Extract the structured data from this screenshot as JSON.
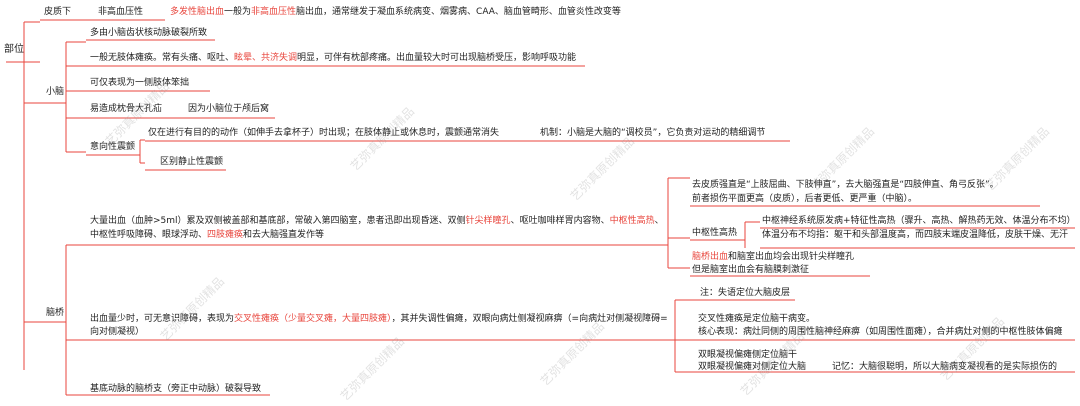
{
  "root": {
    "label": "部位"
  },
  "cortex": {
    "label": "皮质下",
    "item": {
      "label": "非高血压性",
      "desc": [
        {
          "text": "多发性脑出血",
          "red": true
        },
        {
          "text": "一般为",
          "red": false
        },
        {
          "text": "非高血压性",
          "red": true
        },
        {
          "text": "脑出血，通常继发于凝血系统病变、烟雾病、CAA、脑血管畸形、血管炎性改变等",
          "red": false
        }
      ]
    }
  },
  "cerebellum": {
    "label": "小脑",
    "items": {
      "cause": "多由小脑齿状核动脉破裂所致",
      "symptom": [
        {
          "text": "一般无肢体瘫痪。常有头痛、呕吐、",
          "red": false
        },
        {
          "text": "眩晕、共济失调",
          "red": true
        },
        {
          "text": "明显，可伴有枕部疼痛。出血量较大时可出现脑桥受压，影响呼吸功能",
          "red": false
        }
      ],
      "limb": "可仅表现为一侧肢体笨拙",
      "hernia": "易造成枕骨大孔疝",
      "hernia_reason": "因为小脑位于颅后窝",
      "tremor": {
        "label": "意向性震颤",
        "desc": "仅在进行有目的的动作（如伸手去拿杯子）时出现；在肢体静止或休息时，震颤通常消失",
        "mechanism": "机制：小脑是大脑的“调校员”，它负责对运动的精细调节",
        "distinguish": "区别静止性震颤"
      }
    }
  },
  "pons": {
    "label": "脑桥",
    "large": {
      "text": [
        {
          "text": "大量出血（血肿>5ml）累及双侧被盖部和基底部，常破入第四脑室，患者迅即出现昏迷、双侧",
          "red": false
        },
        {
          "text": "针尖样瞳孔",
          "red": true
        },
        {
          "text": "、呕吐咖啡样胃内容物、",
          "red": false
        },
        {
          "text": "中枢性高热",
          "red": true
        },
        {
          "text": "、",
          "red": false
        }
      ],
      "text2": [
        {
          "text": "中枢性呼吸障碍、眼球浮动、",
          "red": false
        },
        {
          "text": "四肢瘫痪",
          "red": true
        },
        {
          "text": "和去大脑强直发作等",
          "red": false
        }
      ],
      "rigidity": [
        "去皮质强直是“上肢屈曲、下肢伸直”，去大脑强直是“四肢伸直、角弓反张”。",
        "前者损伤平面更高（皮质），后者更低、更严重（中脑）。"
      ],
      "fever": {
        "label": "中枢性高热",
        "lines": [
          "中枢神经系统原发病+特征性高热（骤升、高热、解热药无效、体温分布不均）",
          "体温分布不均指：躯干和头部温度高，而四肢末端皮温降低，皮肤干燥、无汗"
        ]
      },
      "pupil": [
        {
          "text": "脑桥出血",
          "red": true
        },
        {
          "text": "和脑室出血均会出现针尖样瞳孔",
          "red": false
        }
      ],
      "pupil2": "但是脑室出血会有脑膜刺激征"
    },
    "small": {
      "text": [
        {
          "text": "出血量少时，可无意识障碍，表现为",
          "red": false
        },
        {
          "text": "交叉性瘫痪（少量交叉瘫，大量四肢瘫）",
          "red": true
        },
        {
          "text": "，其并失调性偏瘫，双眼向病灶侧凝视麻痹（=向病灶对侧凝视障碍=",
          "red": false
        }
      ],
      "text2": "向对侧凝视）",
      "note": "注：失语定位大脑皮层",
      "cross": [
        "交叉性瘫痪是定位脑干病变。",
        "核心表现：病灶同侧的周围性脑神经麻痹（如周围性面瘫），合并病灶对侧的中枢性肢体偏瘫"
      ],
      "gaze": [
        "双眼凝视偏瘫侧定位脑干",
        "双眼凝视偏瘫对侧定位大脑"
      ],
      "memo": "记忆：大脑很聪明，所以大脑病变凝视看的是实际损伤的"
    },
    "basilar": "基底动脉的脑桥支（旁正中动脉）破裂导致"
  },
  "watermark": "艺弥真原创精品"
}
